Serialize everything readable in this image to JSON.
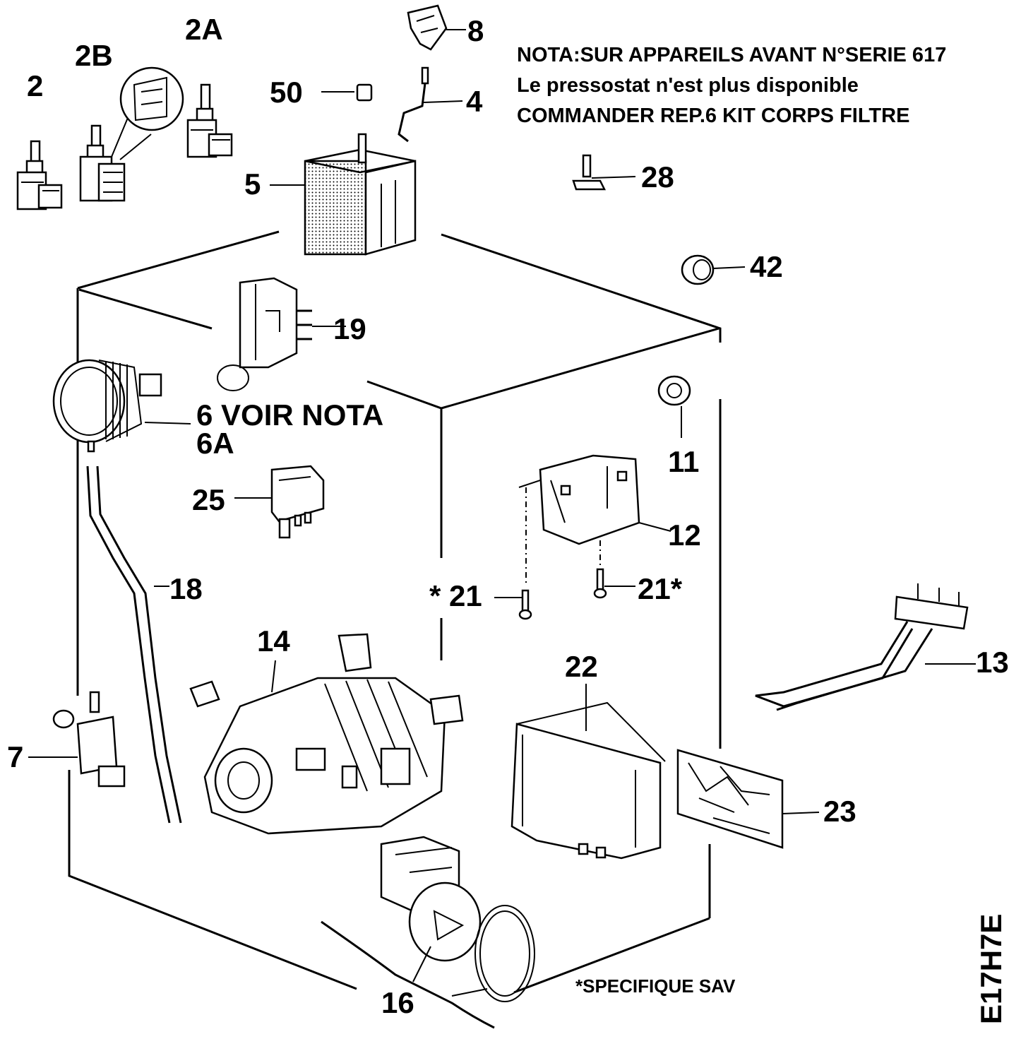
{
  "labels": {
    "p2": "2",
    "p2a": "2A",
    "p2b": "2B",
    "p4": "4",
    "p5": "5",
    "p6": "6 VOIR NOTA",
    "p6a": "6A",
    "p7": "7",
    "p8": "8",
    "p11": "11",
    "p12": "12",
    "p13": "13",
    "p14": "14",
    "p16": "16",
    "p18": "18",
    "p19": "19",
    "p21_left": "* 21",
    "p21_right": "21*",
    "p22": "22",
    "p23": "23",
    "p25": "25",
    "p28": "28",
    "p42": "42",
    "p50": "50"
  },
  "note": {
    "line1": "NOTA:SUR APPAREILS AVANT N°SERIE 617",
    "line2": "Le  pressostat n'est plus disponible",
    "line3": "COMMANDER REP.6 KIT CORPS FILTRE"
  },
  "footer": {
    "sav": "*SPECIFIQUE SAV"
  },
  "ref": {
    "code": "E17H7E"
  },
  "colors": {
    "ink": "#000000",
    "paper": "#ffffff"
  }
}
